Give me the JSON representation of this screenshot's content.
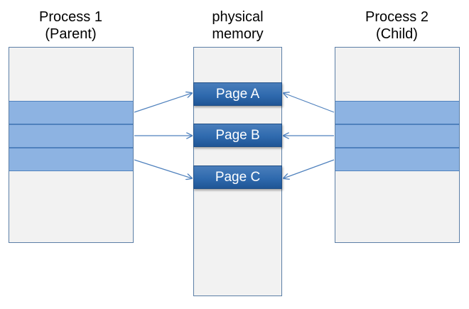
{
  "labels": {
    "process1": {
      "line1": "Process 1",
      "line2": "(Parent)"
    },
    "physical": {
      "line1": "physical",
      "line2": "memory"
    },
    "process2": {
      "line1": "Process 2",
      "line2": "(Child)"
    }
  },
  "pages": [
    "Page A",
    "Page B",
    "Page C"
  ],
  "colors": {
    "column_fill": "#f2f2f2",
    "band_fill": "#8db3e2",
    "page_fill": "#2f6aae",
    "arrow": "#4f81bd"
  }
}
